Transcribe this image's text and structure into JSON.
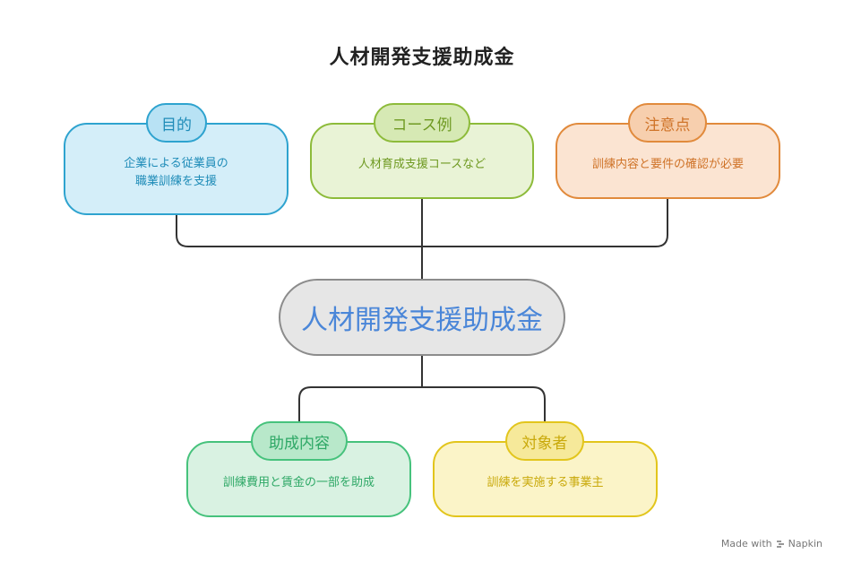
{
  "title": "人材開発支援助成金",
  "center": {
    "label": "人材開発支援助成金"
  },
  "nodes": {
    "purpose": {
      "tag": "目的",
      "text_line1": "企業による従業員の",
      "text_line2": "職業訓練を支援"
    },
    "course": {
      "tag": "コース例",
      "text": "人材育成支援コースなど"
    },
    "notes": {
      "tag": "注意点",
      "text": "訓練内容と要件の確認が必要"
    },
    "content": {
      "tag": "助成内容",
      "text": "訓練費用と賃金の一部を助成"
    },
    "target": {
      "tag": "対象者",
      "text": "訓練を実施する事業主"
    }
  },
  "credit": {
    "made_with": "Made with",
    "brand": "Napkin"
  },
  "colors": {
    "blue": "#2ea3cf",
    "green": "#8dbb3a",
    "orange": "#e18a3c",
    "mint": "#46c27c",
    "yellow": "#e2c51c",
    "center_text": "#4a86d8",
    "connector": "#333333"
  }
}
